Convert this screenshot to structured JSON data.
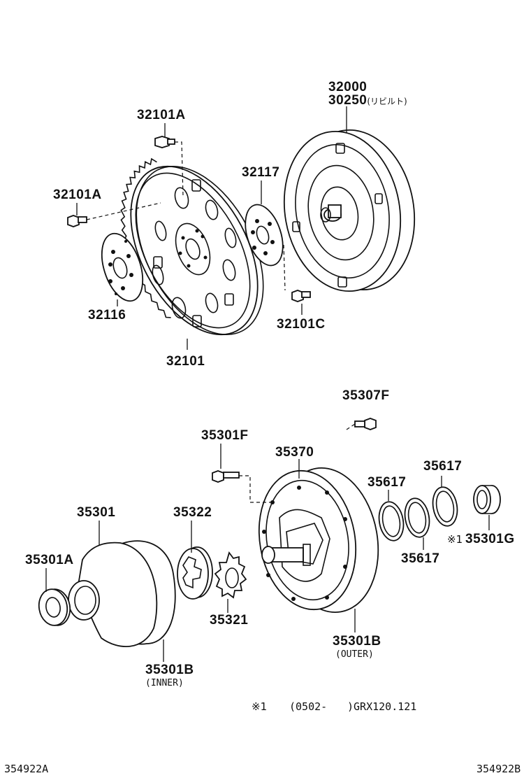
{
  "labels": {
    "p32000": "32000",
    "p30250": "30250",
    "p30250_note": "(リビルト)",
    "p32101A_top": "32101A",
    "p32101A_left": "32101A",
    "p32117": "32117",
    "p32116": "32116",
    "p32101C": "32101C",
    "p32101": "32101",
    "p35307F": "35307F",
    "p35301F": "35301F",
    "p35370": "35370",
    "p35617_a": "35617",
    "p35617_b": "35617",
    "p35617_c": "35617",
    "p35301": "35301",
    "p35322": "35322",
    "p35301A": "35301A",
    "p35321": "35321",
    "p35301B_outer": "35301B",
    "outer_note": "(OUTER)",
    "p35301B_inner": "35301B",
    "inner_note": "(INNER)",
    "p35301G": "35301G",
    "mark1": "※1"
  },
  "footnote": {
    "mark": "※1",
    "range": "(0502-",
    "models": ")GRX120.121"
  },
  "codes": {
    "left": "354922A",
    "right": "354922B"
  }
}
